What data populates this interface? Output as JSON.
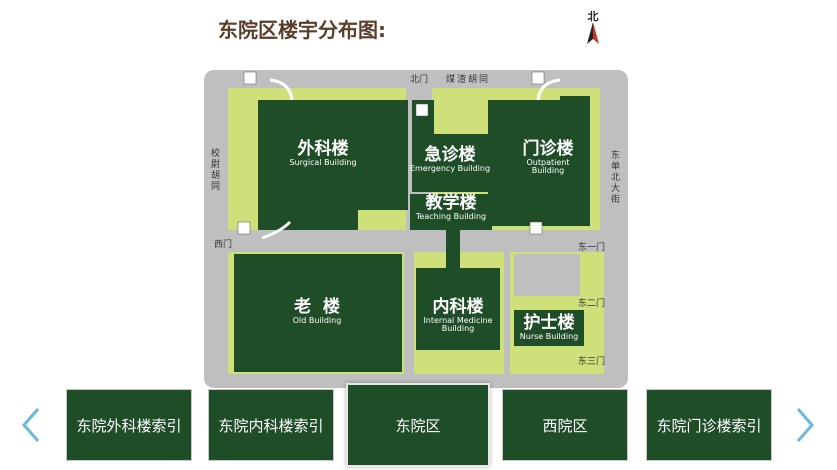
{
  "title": "东院区楼宇分布图:",
  "compass": {
    "label": "北"
  },
  "roads": {
    "north_gate": "北门",
    "north_street": "煤渣胡同",
    "west_street": "校尉胡同",
    "west_gate": "西门",
    "east_street": "东单北大街",
    "east_gate_1": "东一门",
    "east_gate_2": "东二门",
    "east_gate_3": "东三门"
  },
  "buildings": [
    {
      "id": "surgical",
      "zh": "外科楼",
      "en": "Surgical Building"
    },
    {
      "id": "emergency",
      "zh": "急诊楼",
      "en": "Emergency Building"
    },
    {
      "id": "outpatient",
      "zh": "门诊楼",
      "en": "Outpatient Building"
    },
    {
      "id": "teaching",
      "zh": "教学楼",
      "en": "Teaching Building"
    },
    {
      "id": "old",
      "zh": "老  楼",
      "en": "Old Building"
    },
    {
      "id": "internal",
      "zh": "内科楼",
      "en": "Internal Medicine Building"
    },
    {
      "id": "nurse",
      "zh": "护士楼",
      "en": "Nurse Building"
    }
  ],
  "nav": {
    "tabs": [
      {
        "label": "东院外科楼索引",
        "active": false
      },
      {
        "label": "东院内科楼索引",
        "active": false
      },
      {
        "label": "东院区",
        "active": true
      },
      {
        "label": "西院区",
        "active": false
      },
      {
        "label": "东院门诊楼索引",
        "active": false
      }
    ],
    "prev_icon": "chevron-left-icon",
    "next_icon": "chevron-right-icon"
  },
  "colors": {
    "building": "#1f4d28",
    "road": "#bfbfbf",
    "green": "#cfe07a",
    "arrow": "#6bb8d8",
    "title": "#5a3e2b"
  }
}
